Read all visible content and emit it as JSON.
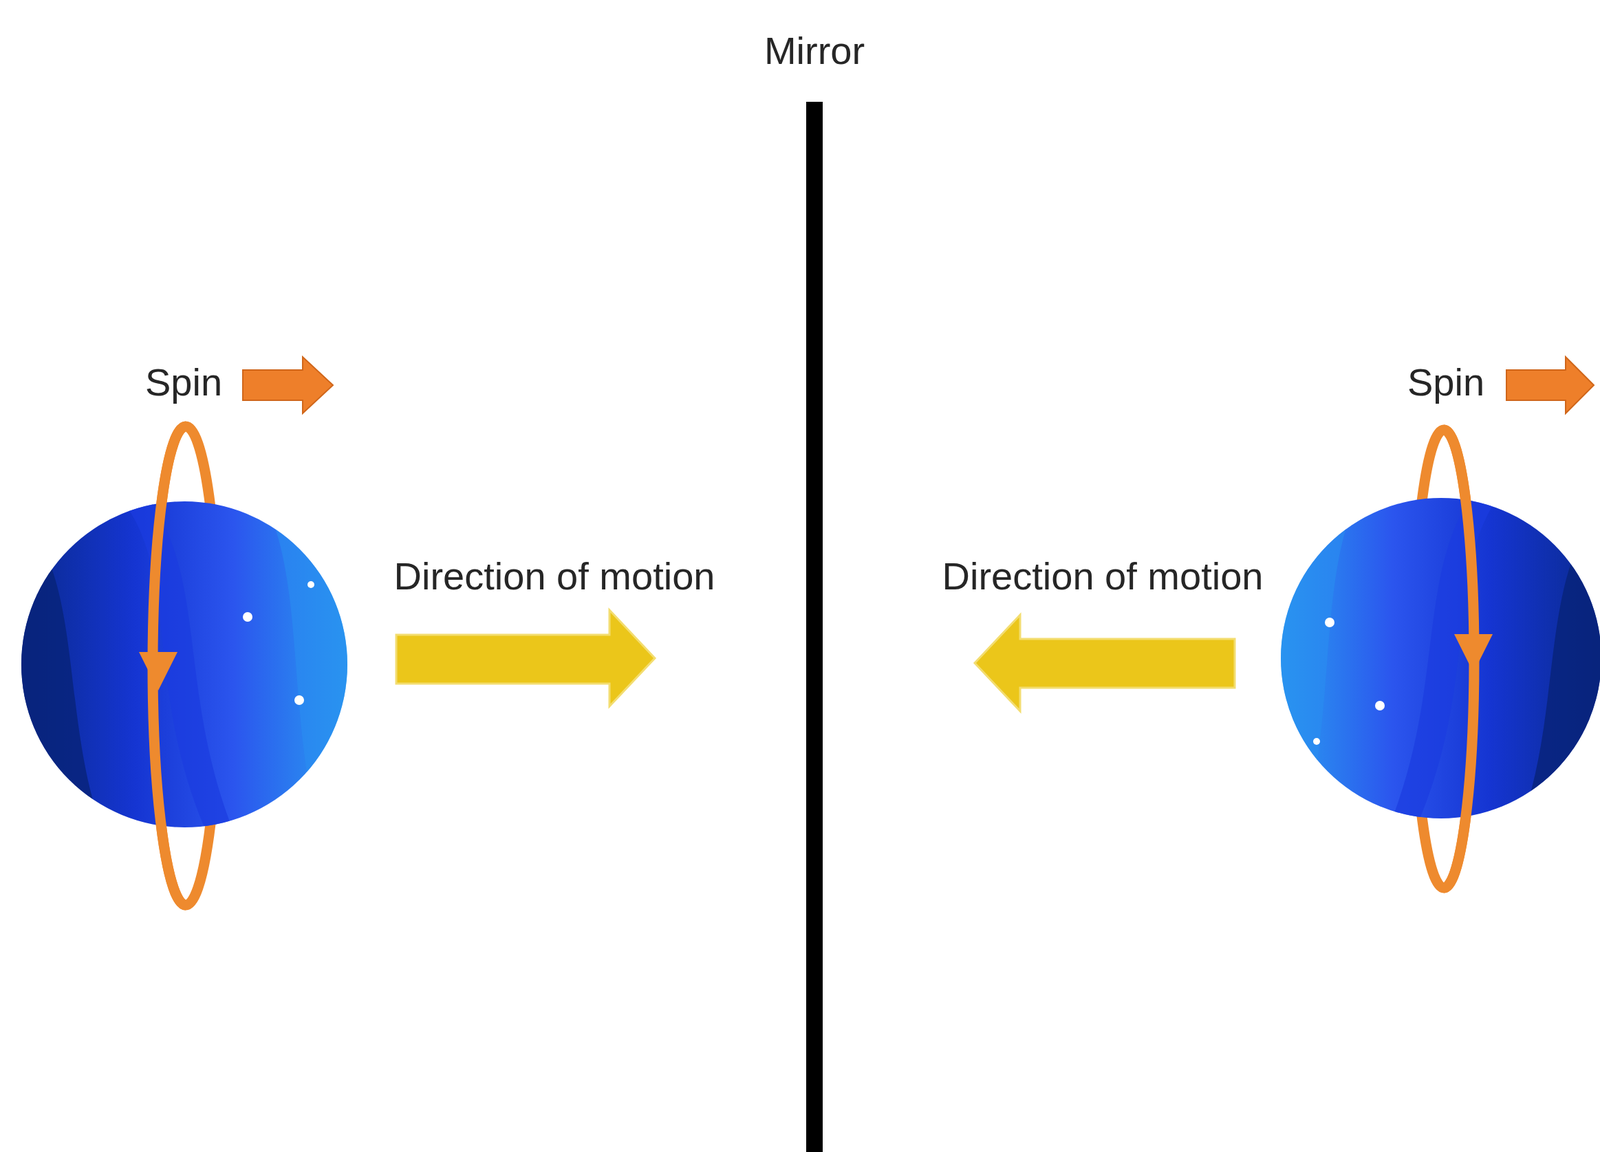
{
  "diagram": {
    "labels": [
      "Mirror",
      "Spin",
      "Direction of motion",
      "Direction of motion",
      "Spin"
    ]
  }
}
